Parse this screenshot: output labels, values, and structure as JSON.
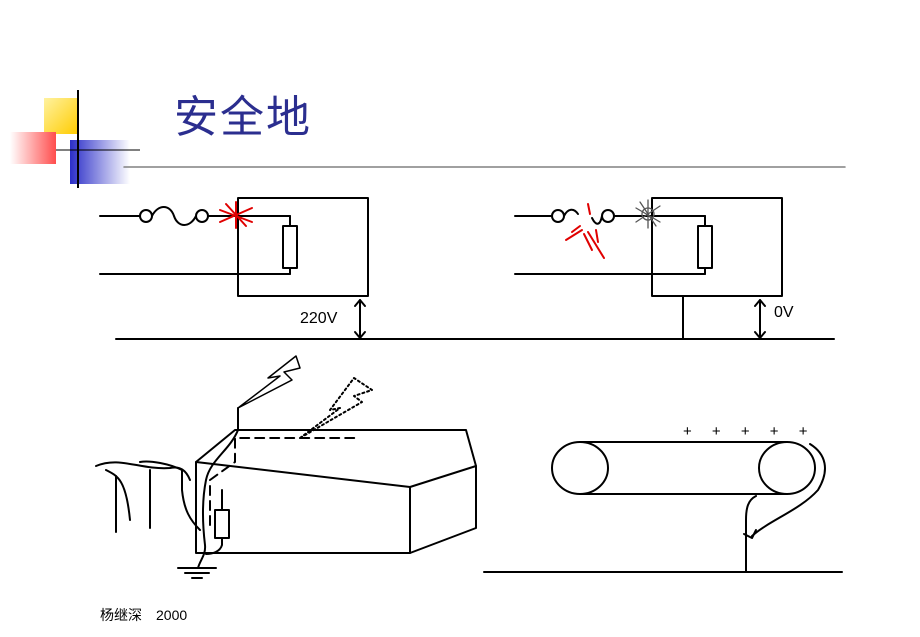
{
  "slide": {
    "title": "安全地",
    "label_left_voltage": "220V",
    "label_right_voltage": "0V",
    "charges": "+ + + + +",
    "footer_author": "杨继深",
    "footer_year": "2000"
  },
  "colors": {
    "title": "#2b2e8f",
    "logo_yellow": "#ffcc00",
    "logo_red": "#ff4d4d",
    "logo_blue": "#2b2ec8",
    "spark_red": "#e00000",
    "rule": "#808080"
  }
}
